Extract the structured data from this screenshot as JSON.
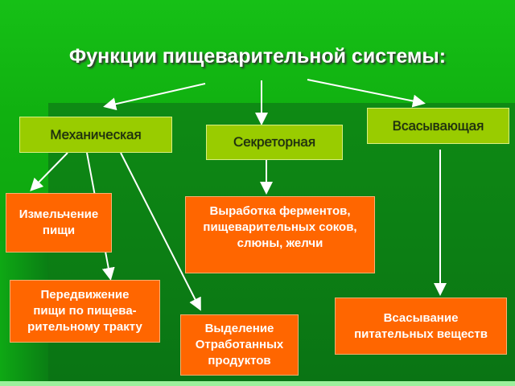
{
  "title": "Функции пищеварительной системы:",
  "categories": {
    "mechanical": "Механическая",
    "secretory": "Секреторная",
    "absorbing": "Всасывающая"
  },
  "results": {
    "grinding": "Измельчение\nпищи",
    "moving": "Передвижение\nпищи по пищева-\nрительному тракту",
    "excretion": "Выделение\nОтработанных\nпродуктов",
    "production": "Выработка ферментов,\nпищеварительных соков,\nслюны, желчи",
    "absorption": "Всасывание\nпитательных веществ"
  },
  "colors": {
    "category": "#99cc00",
    "result": "#ff6600",
    "background": "#10b010"
  }
}
